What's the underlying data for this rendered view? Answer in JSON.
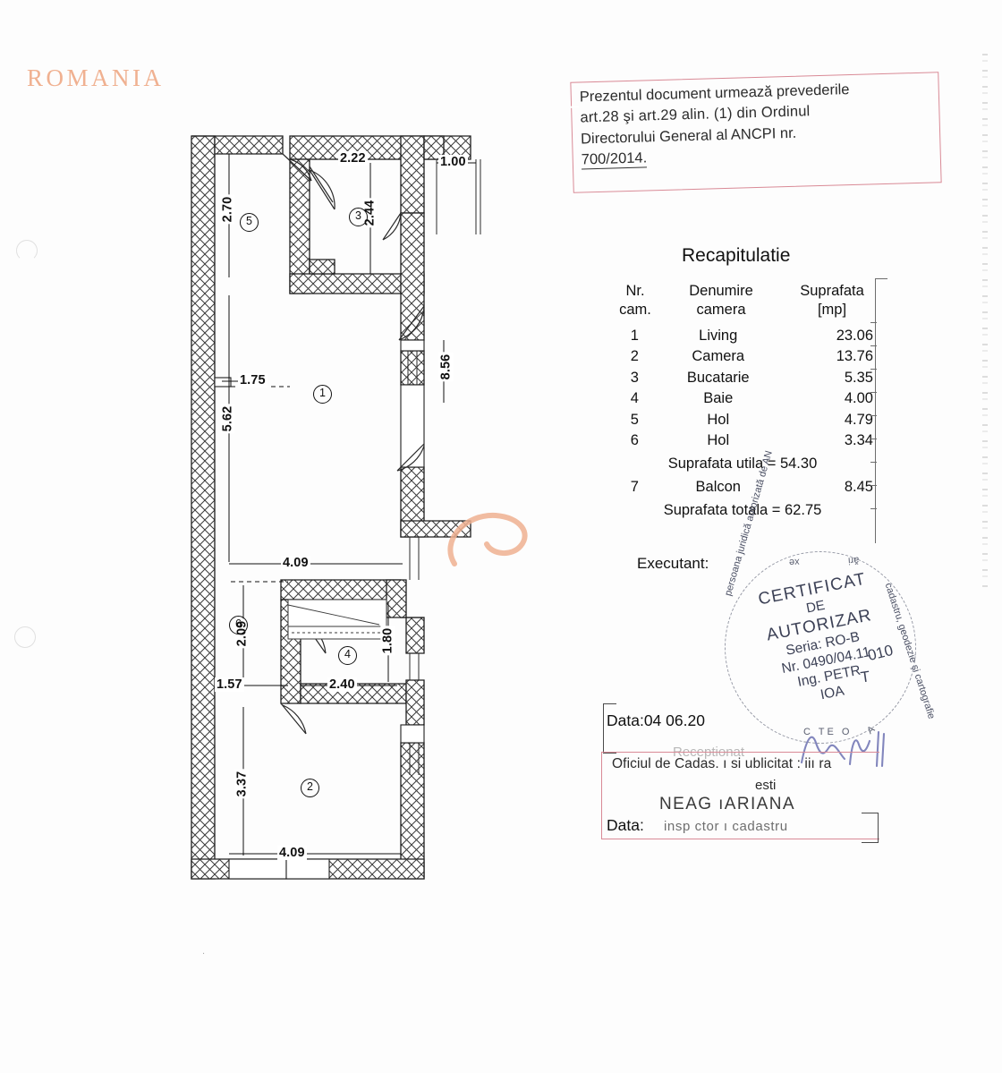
{
  "document": {
    "type": "cadastral-floor-plan",
    "language": "ro"
  },
  "compliance_stamp": {
    "line1": "Prezentul document urmează prevederile",
    "line2": "art.28  şi  art.29  alin.   (1)  din  Ordinul",
    "line3": "Directorului  General  al  ANCPI  nr.",
    "line4": "700/2014.",
    "border_color": "#d98a96"
  },
  "recap": {
    "title": "Recapitulatie",
    "headers": {
      "nr_l1": "Nr.",
      "nr_l2": "cam.",
      "name_l1": "Denumire",
      "name_l2": "camera",
      "area_l1": "Suprafata",
      "area_l2": "[mp]"
    },
    "rows": [
      {
        "nr": "1",
        "name": "Living",
        "area": "23.06"
      },
      {
        "nr": "2",
        "name": "Camera",
        "area": "13.76"
      },
      {
        "nr": "3",
        "name": "Bucatarie",
        "area": "5.35"
      },
      {
        "nr": "4",
        "name": "Baie",
        "area": "4.00"
      },
      {
        "nr": "5",
        "name": "Hol",
        "area": "4.79"
      },
      {
        "nr": "6",
        "name": "Hol",
        "area": "3.34"
      }
    ],
    "utila": "Suprafata utila = 54.30",
    "balcon": {
      "nr": "7",
      "name": "Balcon",
      "area": "8.45"
    },
    "totala": "Suprafata totala = 62.75",
    "executant_label": "Executant:"
  },
  "auth_stamp": {
    "l1": "CERTIFICAT",
    "l2": "DE",
    "l3": "AUTORIZAR",
    "l4": "Seria: RO-B",
    "l5": "Nr. 0490/04.11",
    "l6": "Ing. PETR",
    "l7": "IOA",
    "num_right": "010",
    "letter_right": "T",
    "arc_left": "persoana juridică autorizată de AN",
    "arc_right": "cadastru, geodezie şi cartografie",
    "frag_top_left": "xe",
    "frag_top_right": "ări",
    "frag_bottom": "C  TE  O",
    "frag_bottom2": "A",
    "color": "#3c4156"
  },
  "office": {
    "date_label_1": "Data:04 06.20",
    "receptionat": "Receptionat",
    "line1": "Oficiul de Cadas.  ı si  ublicitat   :          iiı  ra",
    "line2": "esti",
    "inspector_name": "NEAG     ıARIANA",
    "date_label_2": "Data:",
    "role": "insp ctor   ı  cadastru",
    "border_color": "#d98a96"
  },
  "watermark": {
    "text": "ROMANIA",
    "color": "#f0b191"
  },
  "plan": {
    "room_markers": [
      {
        "id": "1",
        "label": "①"
      },
      {
        "id": "2",
        "label": "②"
      },
      {
        "id": "3",
        "label": "③"
      },
      {
        "id": "4",
        "label": "④"
      },
      {
        "id": "5",
        "label": "⑤"
      },
      {
        "id": "6",
        "label": "⑥"
      }
    ],
    "dimensions": {
      "d_2_22": "2.22",
      "d_1_00": "1.00",
      "d_2_44": "2.44",
      "d_2_70": "2.70",
      "d_1_75": "1.75",
      "d_8_56": "8.56",
      "d_5_62": "5.62",
      "d_4_09_mid": "4.09",
      "d_2_09": "2.09",
      "d_1_57": "1.57",
      "d_2_40": "2.40",
      "d_1_80": "1.80",
      "d_3_37": "3.37",
      "d_4_09_bottom": "4.09"
    }
  }
}
